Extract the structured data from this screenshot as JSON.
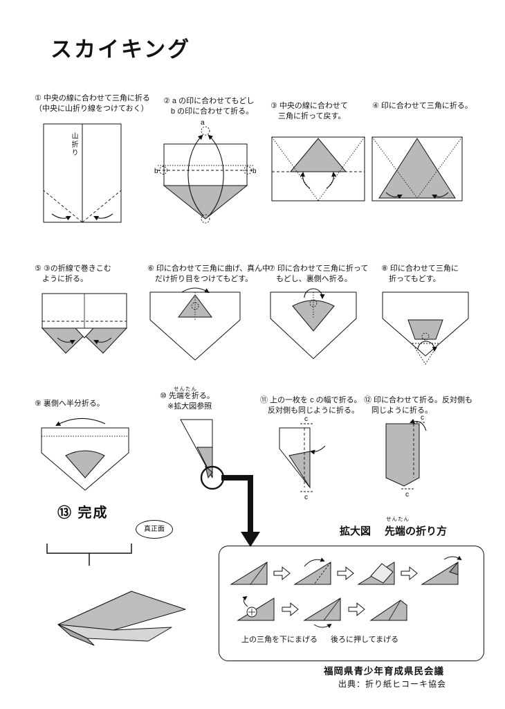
{
  "title": "スカイキング",
  "labels": {
    "mountain_fold": "山折り",
    "a": "a",
    "b": "b",
    "c": "c",
    "front_view": "真正面"
  },
  "steps": [
    {
      "caption": "① 中央の線に合わせて三角に折る\n（中央に山折り線をつけておく）"
    },
    {
      "caption": "② a の印に合わせてもどし\n　b の印に合わせて折る。"
    },
    {
      "caption": "③ 中央の線に合わせて\n　三角に折って戻す。"
    },
    {
      "caption": "④ 印に合わせて三角に折る。"
    },
    {
      "caption": "⑤ ③の折線で巻きこむ\n　ように折る。"
    },
    {
      "caption": "⑥ 印に合わせて三角に曲げ、真ん中\n　だけ折り目をつけてもどす。"
    },
    {
      "caption": "⑦ 印に合わせて三角に折って\n　もどし、裏側へ折る。"
    },
    {
      "caption": "⑧ 印に合わせて三角に\n　折ってもどす。"
    },
    {
      "caption": "⑨ 裏側へ半分折る。"
    },
    {
      "caption": "⑩ 先端を折る。\n　※拡大図参照",
      "furigana": "せんたん"
    },
    {
      "caption": "⑪ 上の一枚を c の幅で折る。\n　反対側も同じように折る。"
    },
    {
      "caption": "⑫ 印に合わせて折る。反対側も\n　同じように折る。"
    },
    {
      "caption": "⑬ 完成"
    }
  ],
  "zoom": {
    "title_main": "拡大図",
    "title_sub": "先端の折り方",
    "furigana": "せんたん",
    "caption_left": "上の三角を下にまげる",
    "caption_right": "後ろに押してまげる"
  },
  "footer": {
    "org": "福岡県青少年育成県民会議",
    "source": "出典：折り紙ヒコーキ協会"
  },
  "colors": {
    "paper_gray": "#b9b9b9",
    "line": "#111111"
  }
}
